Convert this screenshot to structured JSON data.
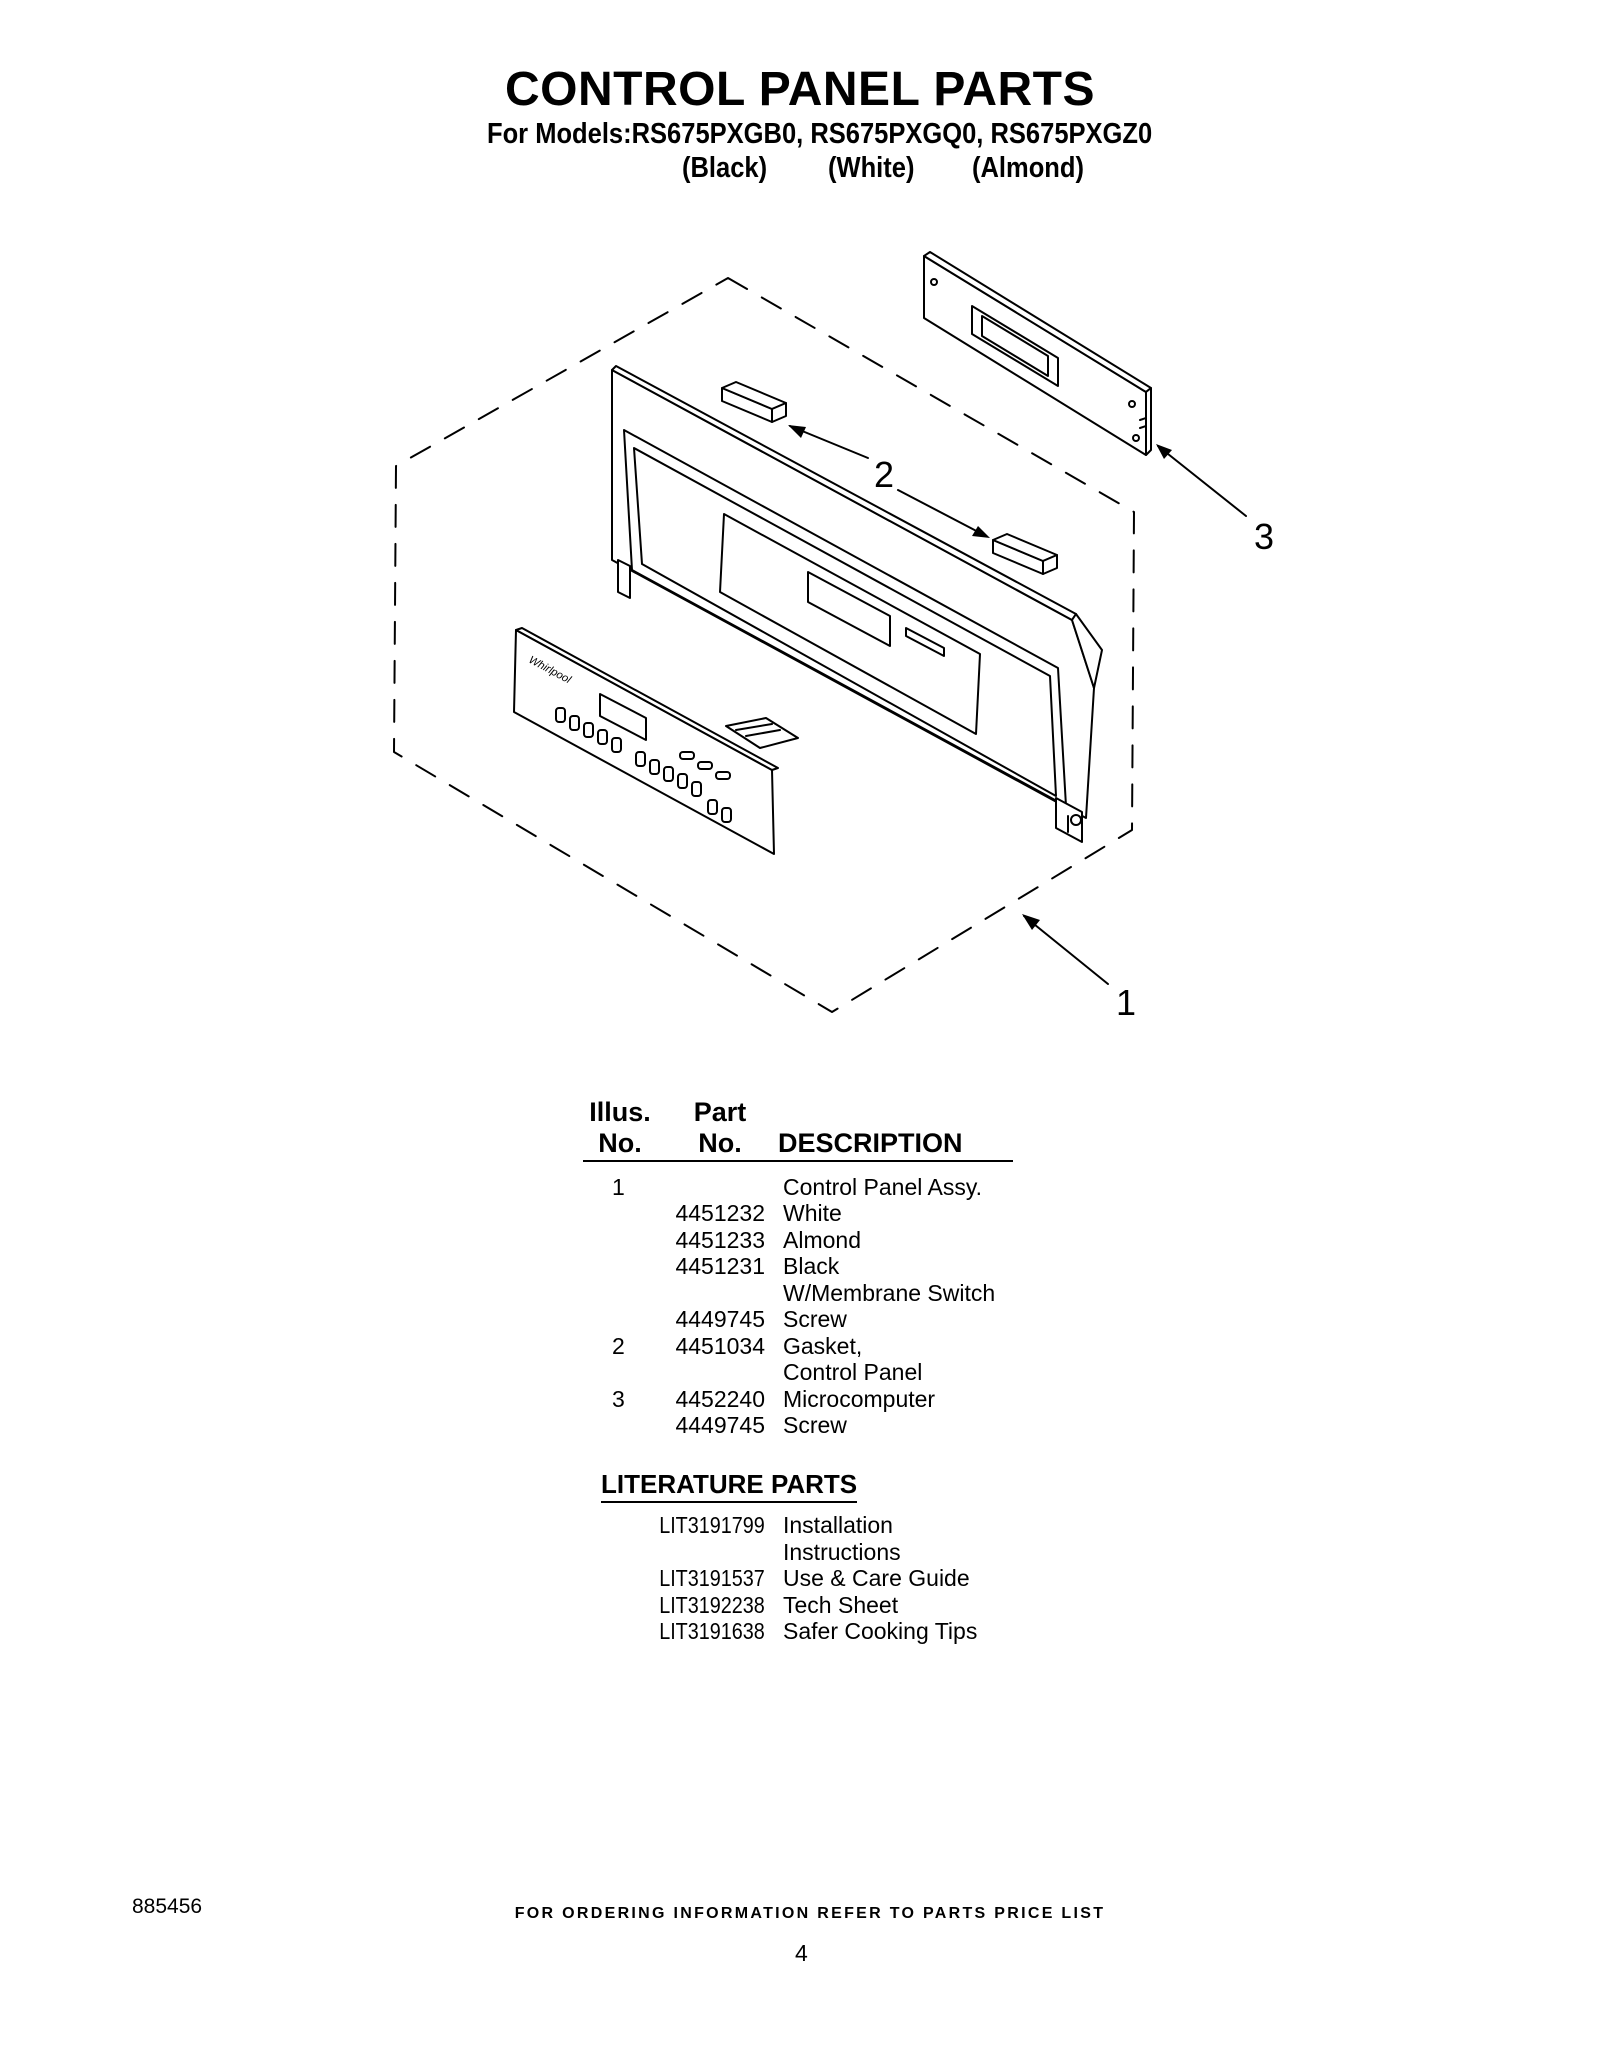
{
  "title": "CONTROL PANEL PARTS",
  "models_line": "For Models:RS675PXGB0, RS675PXGQ0, RS675PXGZ0",
  "colors": [
    "(Black)",
    "(White)",
    "(Almond)"
  ],
  "diagram": {
    "brand_logo_text": "Whirlpool",
    "callouts": [
      "1",
      "2",
      "3"
    ]
  },
  "table": {
    "header": {
      "illus": "Illus.\nNo.",
      "part": "Part\nNo.",
      "description": "DESCRIPTION"
    },
    "rows": [
      {
        "illus": "1",
        "part": "",
        "description": "Control Panel Assy."
      },
      {
        "illus": "",
        "part": "4451232",
        "description": "White"
      },
      {
        "illus": "",
        "part": "4451233",
        "description": "Almond"
      },
      {
        "illus": "",
        "part": "4451231",
        "description": "Black"
      },
      {
        "illus": "",
        "part": "",
        "description": "W/Membrane Switch"
      },
      {
        "illus": "",
        "part": "4449745",
        "description": "Screw"
      },
      {
        "illus": "2",
        "part": "4451034",
        "description": "Gasket,"
      },
      {
        "illus": "",
        "part": "",
        "description": "Control Panel"
      },
      {
        "illus": "3",
        "part": "4452240",
        "description": "Microcomputer"
      },
      {
        "illus": "",
        "part": "4449745",
        "description": "Screw"
      }
    ]
  },
  "literature": {
    "title": "LITERATURE PARTS",
    "rows": [
      {
        "part": "LIT3191799",
        "description": "Installation"
      },
      {
        "part": "",
        "description": "Instructions"
      },
      {
        "part": "LIT3191537",
        "description": "Use & Care Guide"
      },
      {
        "part": "LIT3192238",
        "description": "Tech Sheet"
      },
      {
        "part": "LIT3191638",
        "description": "Safer Cooking Tips"
      }
    ]
  },
  "footer_note": "FOR ORDERING INFORMATION REFER TO PARTS PRICE LIST",
  "document_number": "885456",
  "page_number": "4"
}
